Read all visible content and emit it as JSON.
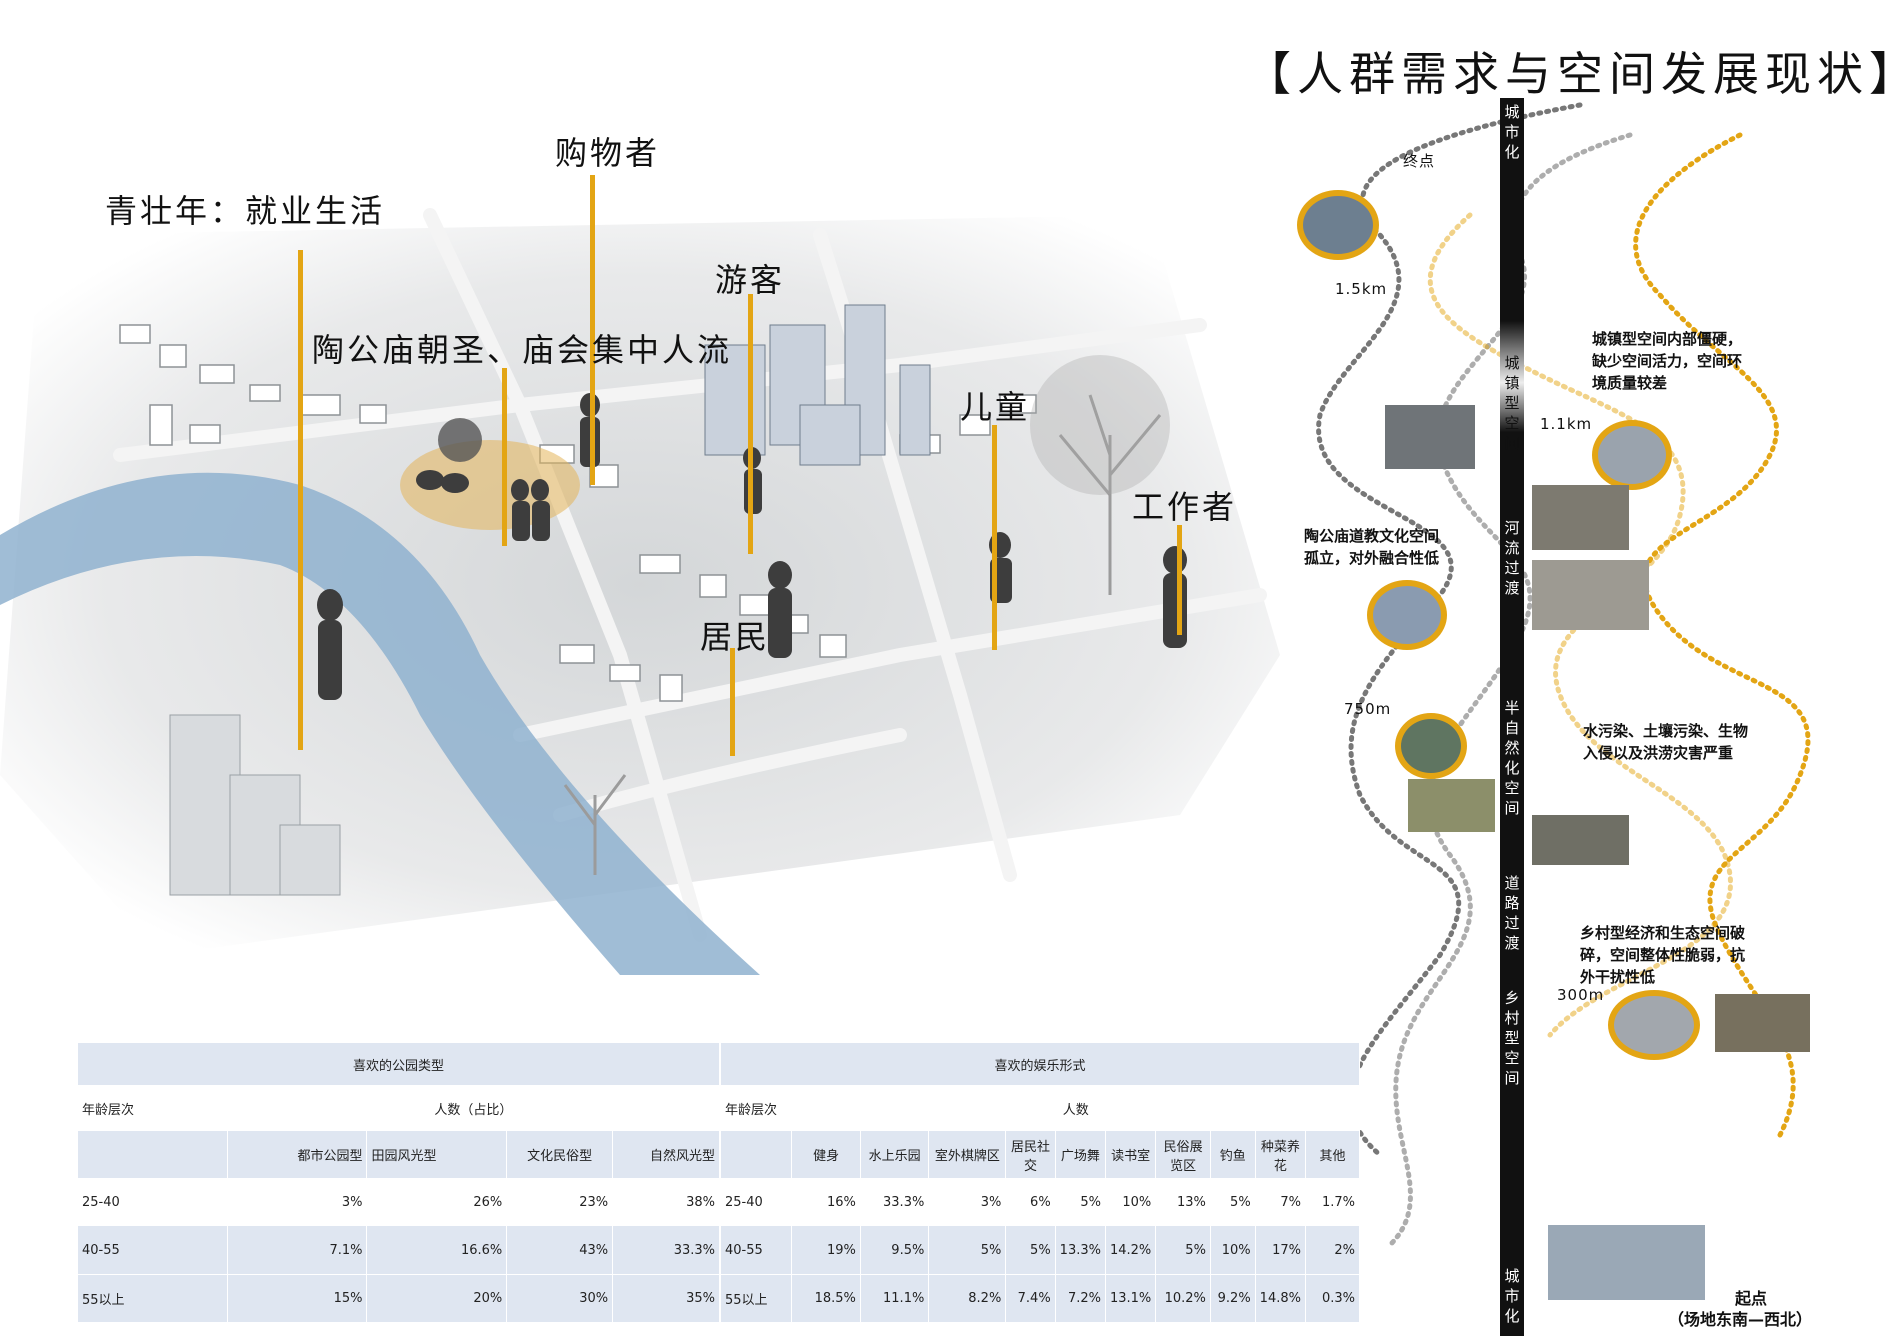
{
  "title": "【人群需求与空间发展现状】",
  "map_labels": {
    "youth": "青壮年：就业生活",
    "shopper": "购物者",
    "pilgrim": "陶公庙朝圣、庙会集中人流",
    "tourist": "游客",
    "children": "儿童",
    "worker": "工作者",
    "resident": "居民"
  },
  "transect": {
    "end_label": "终点",
    "start_label": "起点",
    "start_sub": "（场地东南—西北）",
    "distances": [
      "1.5km",
      "1.1km",
      "750m",
      "300m"
    ],
    "bar_labels": [
      "城市化",
      "城镇型空间",
      "河流过渡",
      "半自然化空间",
      "道路过渡",
      "乡村型空间",
      "城市化"
    ],
    "notes": {
      "town": [
        "城镇型空间内部僵硬，",
        "缺少空间活力，空间环",
        "境质量较差"
      ],
      "temple": [
        "陶公庙道教文化空间",
        "孤立，对外融合性低"
      ],
      "water": [
        "水污染、土壤污染、生物",
        "入侵以及洪涝灾害严重"
      ],
      "rural": [
        "乡村型经济和生态空间破",
        "碎，空间整体性脆弱，抗",
        "外干扰性低"
      ]
    }
  },
  "park_table": {
    "title": "喜欢的公园类型",
    "age_header": "年龄层次",
    "count_header": "人数（占比）",
    "columns": [
      "都市公园型",
      "田园风光型",
      "文化民俗型",
      "自然风光型"
    ],
    "rows": [
      {
        "age": "25-40",
        "values": [
          "3%",
          "26%",
          "23%",
          "38%"
        ]
      },
      {
        "age": "40-55",
        "values": [
          "7.1%",
          "16.6%",
          "43%",
          "33.3%"
        ]
      },
      {
        "age": "55以上",
        "values": [
          "15%",
          "20%",
          "30%",
          "35%"
        ]
      }
    ]
  },
  "ent_table": {
    "title": "喜欢的娱乐形式",
    "age_header": "年龄层次",
    "count_header": "人数",
    "columns": [
      "健身",
      "水上乐园",
      "室外棋牌区",
      "居民社交",
      "广场舞",
      "读书室",
      "民俗展览区",
      "钓鱼",
      "种菜养花",
      "其他"
    ],
    "rows": [
      {
        "age": "25-40",
        "values": [
          "16%",
          "33.3%",
          "3%",
          "6%",
          "5%",
          "10%",
          "13%",
          "5%",
          "7%",
          "1.7%"
        ]
      },
      {
        "age": "40-55",
        "values": [
          "19%",
          "9.5%",
          "5%",
          "5%",
          "13.3%",
          "14.2%",
          "5%",
          "10%",
          "17%",
          "2%"
        ]
      },
      {
        "age": "55以上",
        "values": [
          "18.5%",
          "11.1%",
          "8.2%",
          "7.4%",
          "7.2%",
          "13.1%",
          "10.2%",
          "9.2%",
          "14.8%",
          "0.3%"
        ]
      }
    ]
  },
  "colors": {
    "accent": "#e3a514",
    "river": "#8fb2cf",
    "table_bg": "#dfe6f1"
  }
}
